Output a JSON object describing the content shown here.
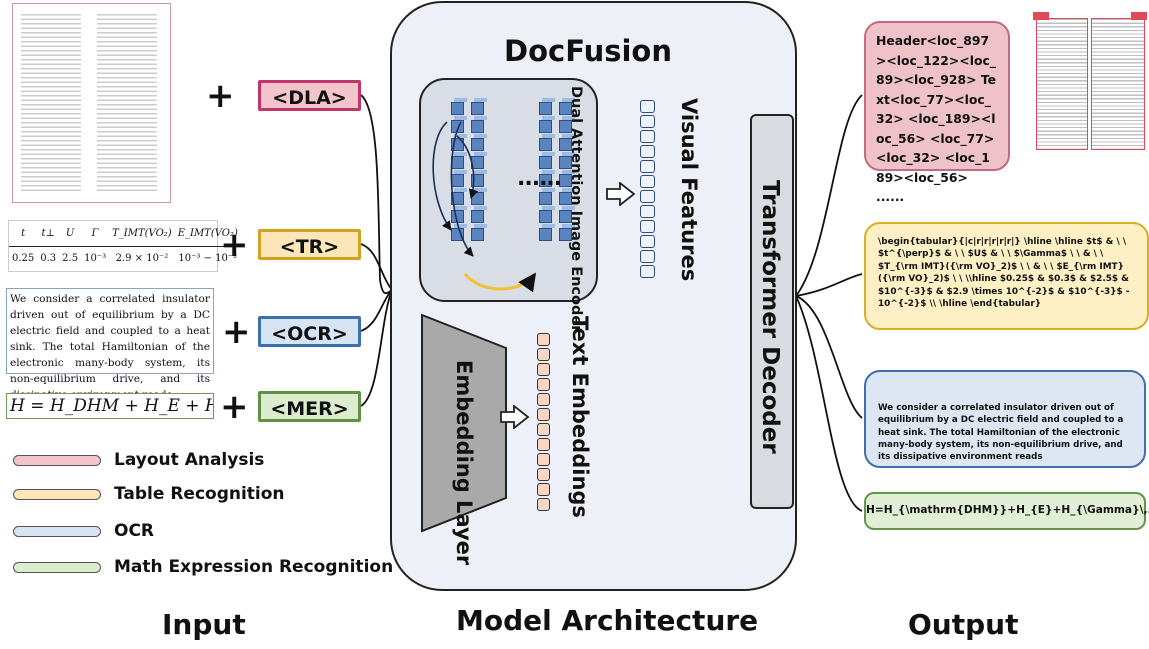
{
  "model": {
    "title": "DocFusion",
    "encoder_label": "Dual Attention Image Encoder",
    "visual_features_label": "Visual Features",
    "text_embeddings_label": "Text Embeddings",
    "embedding_layer_label": "Embedding Layer",
    "decoder_label": "Transformer Decoder",
    "ellipsis": "......"
  },
  "inputs": {
    "plus": "+",
    "tokens": {
      "dla": "<DLA>",
      "tr": "<TR>",
      "ocr": "<OCR>",
      "mer": "<MER>"
    },
    "table": {
      "header": [
        "t",
        "t⊥",
        "U",
        "Γ",
        "T_IMT(VO₂)",
        "E_IMT(VO₂)"
      ],
      "row": [
        "0.25",
        "0.3",
        "2.5",
        "10⁻³",
        "2.9 × 10⁻²",
        "10⁻³ − 10⁻²"
      ]
    },
    "ocr_text": "We consider a correlated insulator driven out of equilibrium by a DC electric field and coupled to a heat sink. The total Hamiltonian of the electronic many-body system, its non-equilibrium drive, and its dissipative environment reads",
    "mer_formula": "H = H_DHM + H_E + H_Γ ."
  },
  "legend": [
    {
      "label": "Layout Analysis",
      "color": "#f2c5cc"
    },
    {
      "label": "Table Recognition",
      "color": "#fde7b8"
    },
    {
      "label": "OCR",
      "color": "#d6e4f4"
    },
    {
      "label": "Math Expression Recognition",
      "color": "#dbeccf"
    }
  ],
  "outputs": {
    "dla": "Header<loc_897><loc_122><loc_89><loc_928> Text<loc_77><loc_32> <loc_189><loc_56> <loc_77><loc_32> <loc_189><loc_56> ......",
    "tr": "\\begin{tabular}{|c|r|r|r|r|r|} \\hline \\hline $t$ & \\ \\ $t^{\\perp}$ & \\ \\ $U$ & \\ \\ $\\Gamma$ \\ \\ & \\ \\ $T_{\\rm IMT}({\\rm VO}_2)$ \\ \\ & \\ \\ $E_{\\rm IMT}({\\rm VO}_2)$ \\ \\ \\\\hline $0.25$ & $0.3$ & $2.5$ & $10^{-3}$ & $2.9 \\times 10^{-2}$ & $10^{-3}$ - 10^{-2}$ \\\\ \\hline \\end{tabular}",
    "ocr": "We consider a correlated insulator driven out of equilibrium by a DC electric field and coupled to a heat sink. The total Hamiltonian of the electronic many-body system, its non-equilibrium drive, and its dissipative environment reads",
    "mer": "H=H_{\\mathrm{DHM}}+H_{E}+H_{\\Gamma}\\,."
  },
  "sections": {
    "input": "Input",
    "model": "Model Architecture",
    "output": "Output"
  }
}
